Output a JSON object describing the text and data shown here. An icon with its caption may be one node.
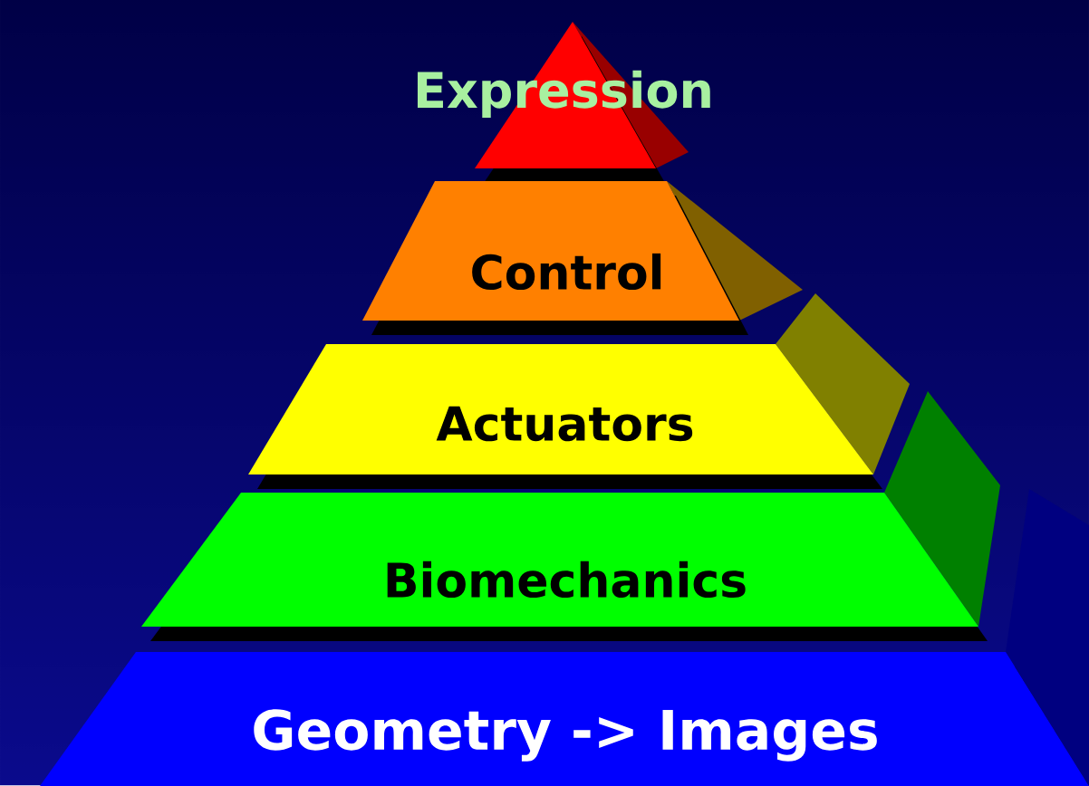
{
  "diagram": {
    "nodes": [
      {
        "text": [
          "Expression"
        ]
      },
      {
        "text": [
          "Control"
        ]
      },
      {
        "text": [
          "Actuators"
        ]
      },
      {
        "text": [
          "Biomechanics"
        ]
      },
      {
        "text": [
          "Geometry -> Images"
        ]
      }
    ]
  }
}
